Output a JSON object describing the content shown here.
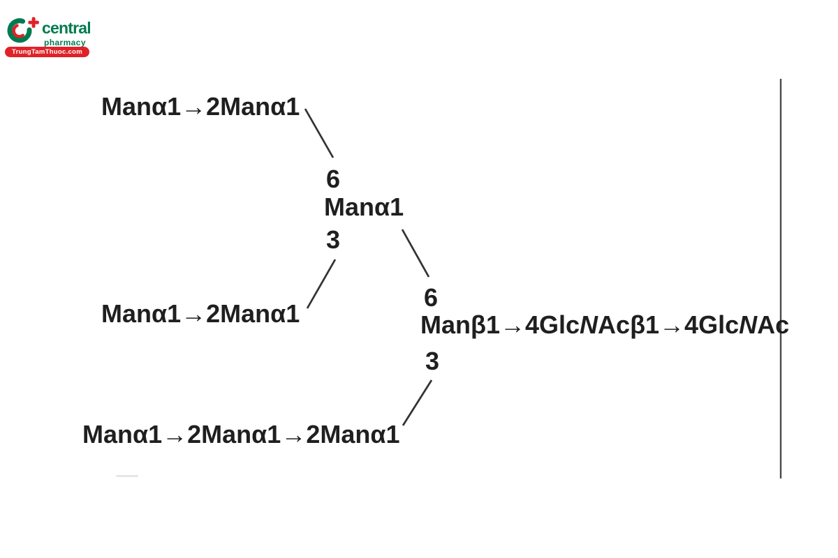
{
  "logo": {
    "icon_name": "central-pharmacy-c-cross-icon",
    "brand_name": "central",
    "brand_sub": "pharmacy",
    "site_badge": "TrungTamThuoc.com",
    "brand_green": "#007B4F",
    "brand_red": "#E02228"
  },
  "diagram": {
    "type": "glycan-structure",
    "text_color": "#1F1F1F",
    "line_color": "#333333",
    "branch_upper_6_arm": "Manα1→2Manα1",
    "linkage_6_upper": "6",
    "core_mannose": "Manα1",
    "linkage_3_upper": "3",
    "branch_upper_3_arm": "Manα1→2Manα1",
    "linkage_6_core": "6",
    "core_chain": {
      "seg1": "Manβ1→4Glc",
      "seg2_italic": "N",
      "seg3": "Acβ1→4Glc",
      "seg4_italic": "N",
      "seg5": "Ac"
    },
    "linkage_3_core": "3",
    "branch_core_3_arm": "Manα1→2Manα1→2Manα1"
  }
}
